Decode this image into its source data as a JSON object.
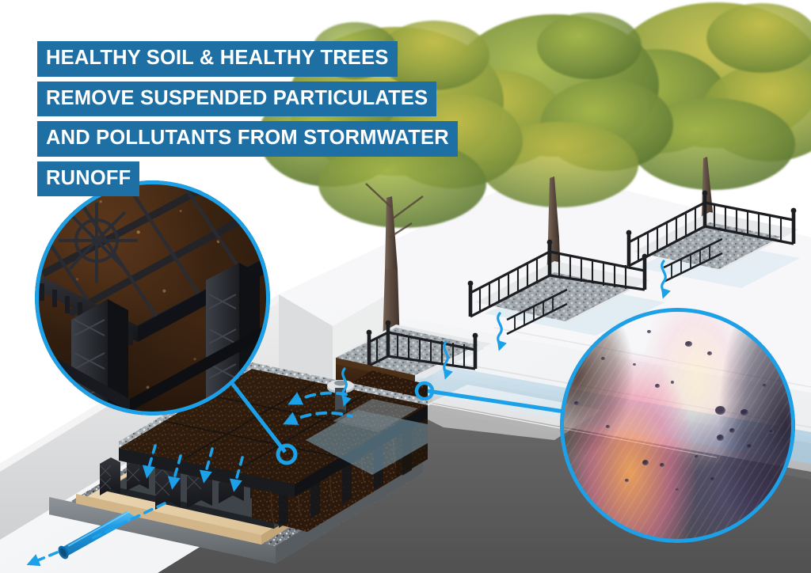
{
  "headline": {
    "lines": [
      "HEALTHY SOIL & HEALTHY TREES",
      "REMOVE SUSPENDED PARTICULATES",
      "AND POLLUTANTS FROM STORMWATER",
      "RUNOFF"
    ],
    "banner_color": "#1E6FA3",
    "text_color": "#FFFFFF"
  },
  "colors": {
    "accent_blue": "#1CA0E8",
    "banner_blue": "#1E6FA3",
    "pipe_blue": "#1F9BE4",
    "road_gray": "#5E5E5E",
    "sidewalk_white": "#F2F2F2",
    "concrete_gray": "#CFCFCF",
    "gravel_gray": "#9AA0A4",
    "soil_brown": "#3A2311",
    "cell_black": "#23242A",
    "foliage_green": "#6E8A3C",
    "foliage_yellow": "#BFAF3A",
    "water_blue": "#C6DEEA"
  },
  "callouts": [
    {
      "id": "soil-cell-detail",
      "label": "Soil cell structural frame filled with uncompacted soil",
      "position": "upper-left",
      "subject": "suspended-pavement-soil-cell-macro"
    },
    {
      "id": "oil-sheen-detail",
      "label": "Oil sheen and pollutants in stormwater runoff on roadway",
      "position": "lower-right",
      "subject": "oil-slick-on-wet-pavement"
    }
  ],
  "scene": {
    "title": "Isometric cutaway of urban street tree pits over suspended-pavement soil cells",
    "elements": [
      {
        "name": "street-trees",
        "label": "Row of street trees with green and yellow canopy",
        "count": 3
      },
      {
        "name": "tree-pit-railing",
        "label": "Black metal tree guard railing",
        "count": 3
      },
      {
        "name": "gravel-mulch",
        "label": "Decorative gravel mulch over tree pit"
      },
      {
        "name": "sidewalk",
        "label": "Concrete sidewalk paving"
      },
      {
        "name": "curb",
        "label": "Concrete curb with inlet opening"
      },
      {
        "name": "roadway",
        "label": "Asphalt roadway"
      },
      {
        "name": "standing-water",
        "label": "Stormwater pooling along gutter"
      },
      {
        "name": "soil-cell-array",
        "label": "Soil cell frames supporting pavement"
      },
      {
        "name": "structural-soil",
        "label": "Uncompacted planting soil inside cells"
      },
      {
        "name": "aggregate-base",
        "label": "Crushed stone aggregate base course"
      },
      {
        "name": "geotextile",
        "label": "Geotextile separation fabric"
      },
      {
        "name": "underdrain-pipe",
        "label": "Blue perforated underdrain outlet pipe"
      },
      {
        "name": "inlet-standpipe",
        "label": "Stormwater inlet / cleanout standpipe"
      }
    ],
    "flow_arrows": [
      {
        "name": "runoff-into-pit-1",
        "label": "Runoff entering tree pit",
        "style": "wavy-down"
      },
      {
        "name": "runoff-into-pit-2",
        "label": "Runoff entering tree pit",
        "style": "wavy-down"
      },
      {
        "name": "runoff-into-pit-3",
        "label": "Runoff entering tree pit",
        "style": "wavy-down"
      },
      {
        "name": "runoff-into-pit-4",
        "label": "Runoff entering cutaway tree pit",
        "style": "wavy-down"
      },
      {
        "name": "surface-flow-left-1",
        "label": "Water spreading across cell top",
        "style": "dashed-left"
      },
      {
        "name": "surface-flow-left-2",
        "label": "Water spreading across cell top",
        "style": "dashed-left"
      },
      {
        "name": "percolation-1",
        "label": "Water percolating down through soil",
        "style": "dashed-down"
      },
      {
        "name": "percolation-2",
        "label": "Water percolating down through soil",
        "style": "dashed-down"
      },
      {
        "name": "percolation-3",
        "label": "Water percolating down through soil",
        "style": "dashed-down"
      },
      {
        "name": "percolation-4",
        "label": "Water percolating down through soil",
        "style": "dashed-down"
      },
      {
        "name": "underdrain-discharge",
        "label": "Treated water discharging from underdrain",
        "style": "dashed-left"
      }
    ]
  }
}
